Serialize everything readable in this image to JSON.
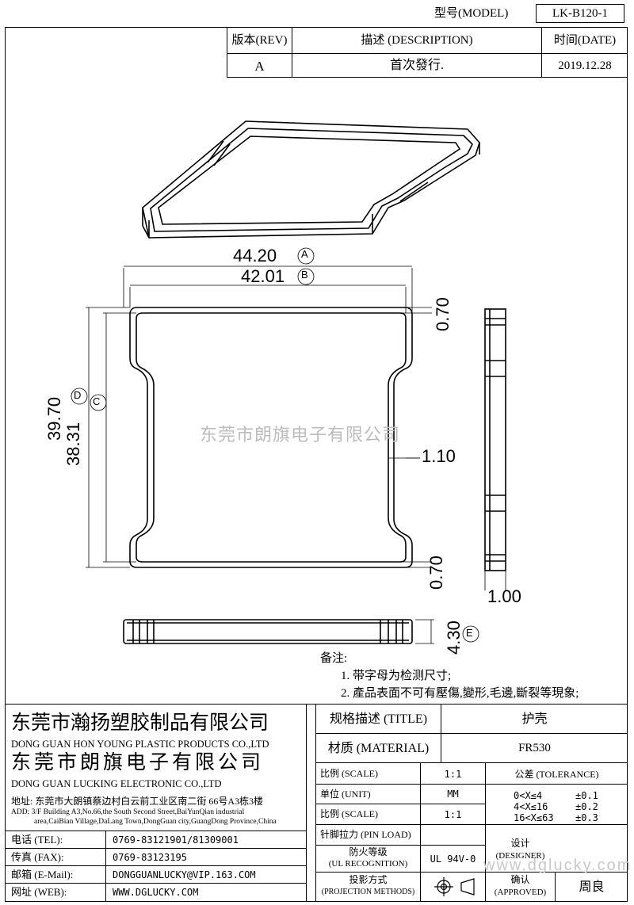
{
  "header": {
    "model_label": "型号(MODEL)",
    "model_value": "LK-B120-1",
    "rev_header": "版本(REV)",
    "desc_header": "描述 (DESCRIPTION)",
    "date_header": "时间(DATE)",
    "rev_value": "A",
    "desc_value": "首次發行.",
    "date_value": "2019.12.28"
  },
  "drawing": {
    "dim_a": "44.20",
    "dim_a_mark": "A",
    "dim_b": "42.01",
    "dim_b_mark": "B",
    "dim_d": "39.70",
    "dim_d_mark": "D",
    "dim_c": "38.31",
    "dim_c_mark": "C",
    "dim_top_margin": "0.70",
    "dim_wall": "1.10",
    "dim_bottom_margin": "0.70",
    "dim_side": "1.00",
    "dim_e": "4.30",
    "dim_e_mark": "E",
    "watermark": "东莞市朗旗电子有限公司"
  },
  "notes": {
    "title": "备注:",
    "line1": "1. 带字母为检测尺寸;",
    "line2": "2. 產品表面不可有壓傷,變形,毛邊,斷裂等現象;"
  },
  "company": {
    "name_cn_1": "东莞市瀚扬塑胶制品有限公司",
    "name_en_1": "DONG GUAN HON YOUNG PLASTIC PRODUCTS CO.,LTD",
    "name_cn_2": "东莞市朗旗电子有限公司",
    "name_en_2": "DONG GUAN LUCKING ELECTRONIC CO.,LTD",
    "address_cn": "地址: 东莞市大朗镇蔡边村白云前工业区南二街 66号A3栋3楼",
    "address_en_1": "ADD: 3/F Building A3,No.66,the South Second Street,BaiYunQian industrial",
    "address_en_2": "area,CaiBian Village,DaLang Town,DongGuan city,GuangDong Province,China",
    "tel_label": "电话 (TEL):",
    "tel_value": "0769-83121901/81309001",
    "fax_label": "传真 (FAX):",
    "fax_value": "0769-83123195",
    "email_label": "邮箱 (E-Mail):",
    "email_value": "DONGGUANLUCKY@VIP.163.COM",
    "web_label": "网址 (WEB):",
    "web_value": "WWW.DGLUCKY.COM"
  },
  "title_block": {
    "title_label": "规格描述 (TITLE)",
    "title_value": "护壳",
    "material_label": "材质 (MATERIAL)",
    "material_value": "FR530",
    "scale_label_1": "比例 (SCALE)",
    "scale_value_1": "1:1",
    "tolerance_label": "公差 (TOLERANCE)",
    "unit_label": "单位 (UNIT)",
    "unit_value": "MM",
    "scale_label_2": "比例 (SCALE)",
    "scale_value_2": "1:1",
    "tol_range_1": "0<X≤4",
    "tol_value_1": "±0.1",
    "tol_range_2": "4<X≤16",
    "tol_value_2": "±0.2",
    "tol_range_3": "16<X≤63",
    "tol_value_3": "±0.3",
    "pin_load_label": "针脚拉力 (PIN LOAD)",
    "fire_label_1": "防火等级",
    "fire_label_2": "(UL RECOGNITION)",
    "fire_value": "UL 94V-0",
    "projection_label_1": "投影方式",
    "projection_label_2": "(PROJECTION METHODS)",
    "designer_label_1": "设计",
    "designer_label_2": "(DESIGNER)",
    "approved_label_1": "确认",
    "approved_label_2": "(APPROVED)",
    "approved_value": "周良",
    "watermark_url": "www.dglucky.com"
  }
}
